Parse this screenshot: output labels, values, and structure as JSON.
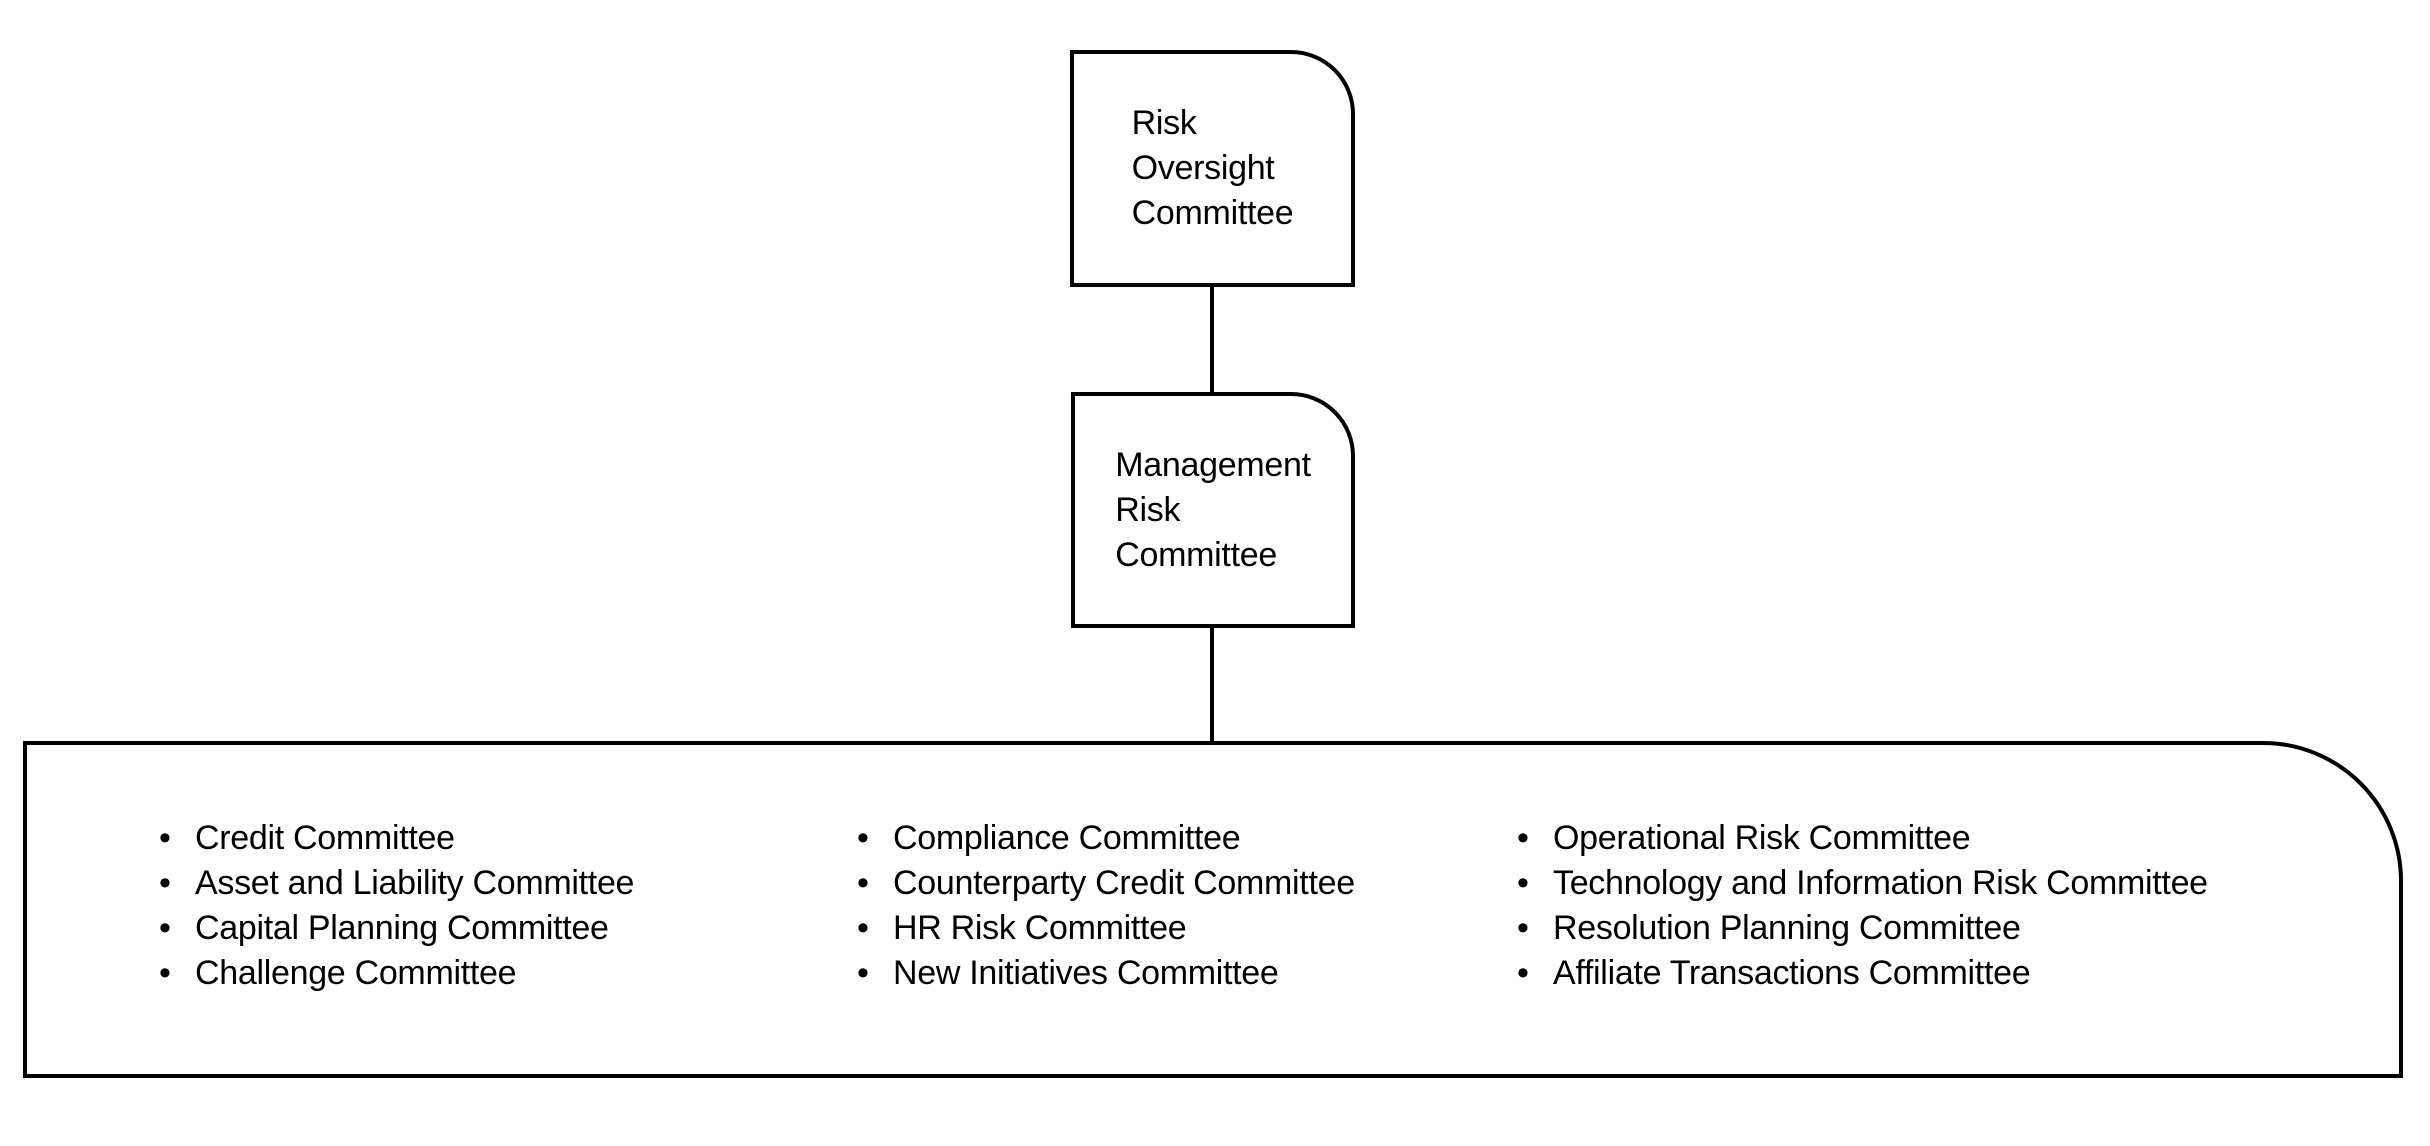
{
  "glyphs": {
    "bullet": "•"
  },
  "colors": {
    "stroke": "#000000",
    "text": "#000000",
    "background": "#ffffff"
  },
  "org_chart": {
    "root_node": {
      "title": "Risk Oversight Committee",
      "lines": [
        "Risk",
        "Oversight",
        "Committee"
      ]
    },
    "child_node": {
      "title": "Management Risk Committee",
      "lines": [
        "Management",
        "Risk",
        "Committee"
      ]
    },
    "subcommittee_panel": {
      "columns": [
        {
          "items": [
            "Credit Committee",
            "Asset and Liability Committee",
            "Capital Planning Committee",
            "Challenge Committee"
          ]
        },
        {
          "items": [
            "Compliance Committee",
            "Counterparty Credit Committee",
            "HR Risk Committee",
            "New Initiatives Committee"
          ]
        },
        {
          "items": [
            "Operational Risk Committee",
            "Technology and Information Risk Committee",
            "Resolution Planning Committee",
            "Affiliate Transactions Committee"
          ]
        }
      ]
    }
  }
}
